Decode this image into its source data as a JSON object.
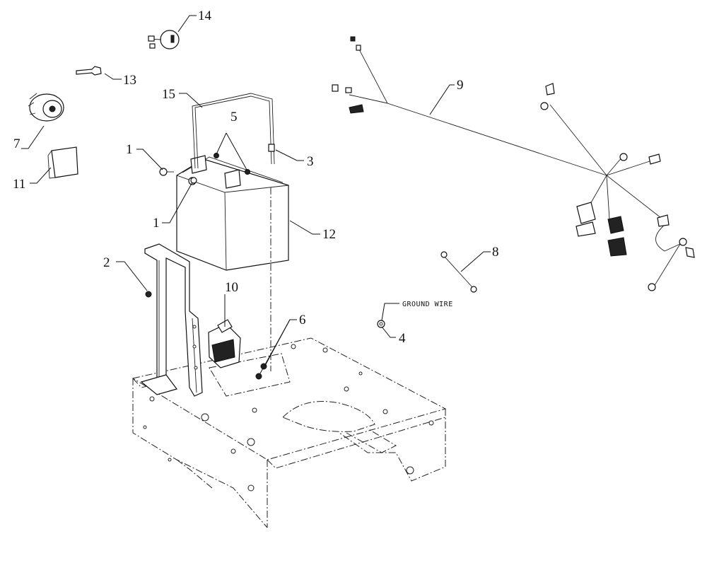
{
  "callouts": {
    "c14": "14",
    "c13": "13",
    "c15": "15",
    "c5": "5",
    "c7": "7",
    "c1a": "1",
    "c1b": "1",
    "c3": "3",
    "c11": "11",
    "c12": "12",
    "c2": "2",
    "c10": "10",
    "c9": "9",
    "c8": "8",
    "c6": "6",
    "c4": "4"
  },
  "notes": {
    "ground_wire": "GROUND WIRE"
  }
}
